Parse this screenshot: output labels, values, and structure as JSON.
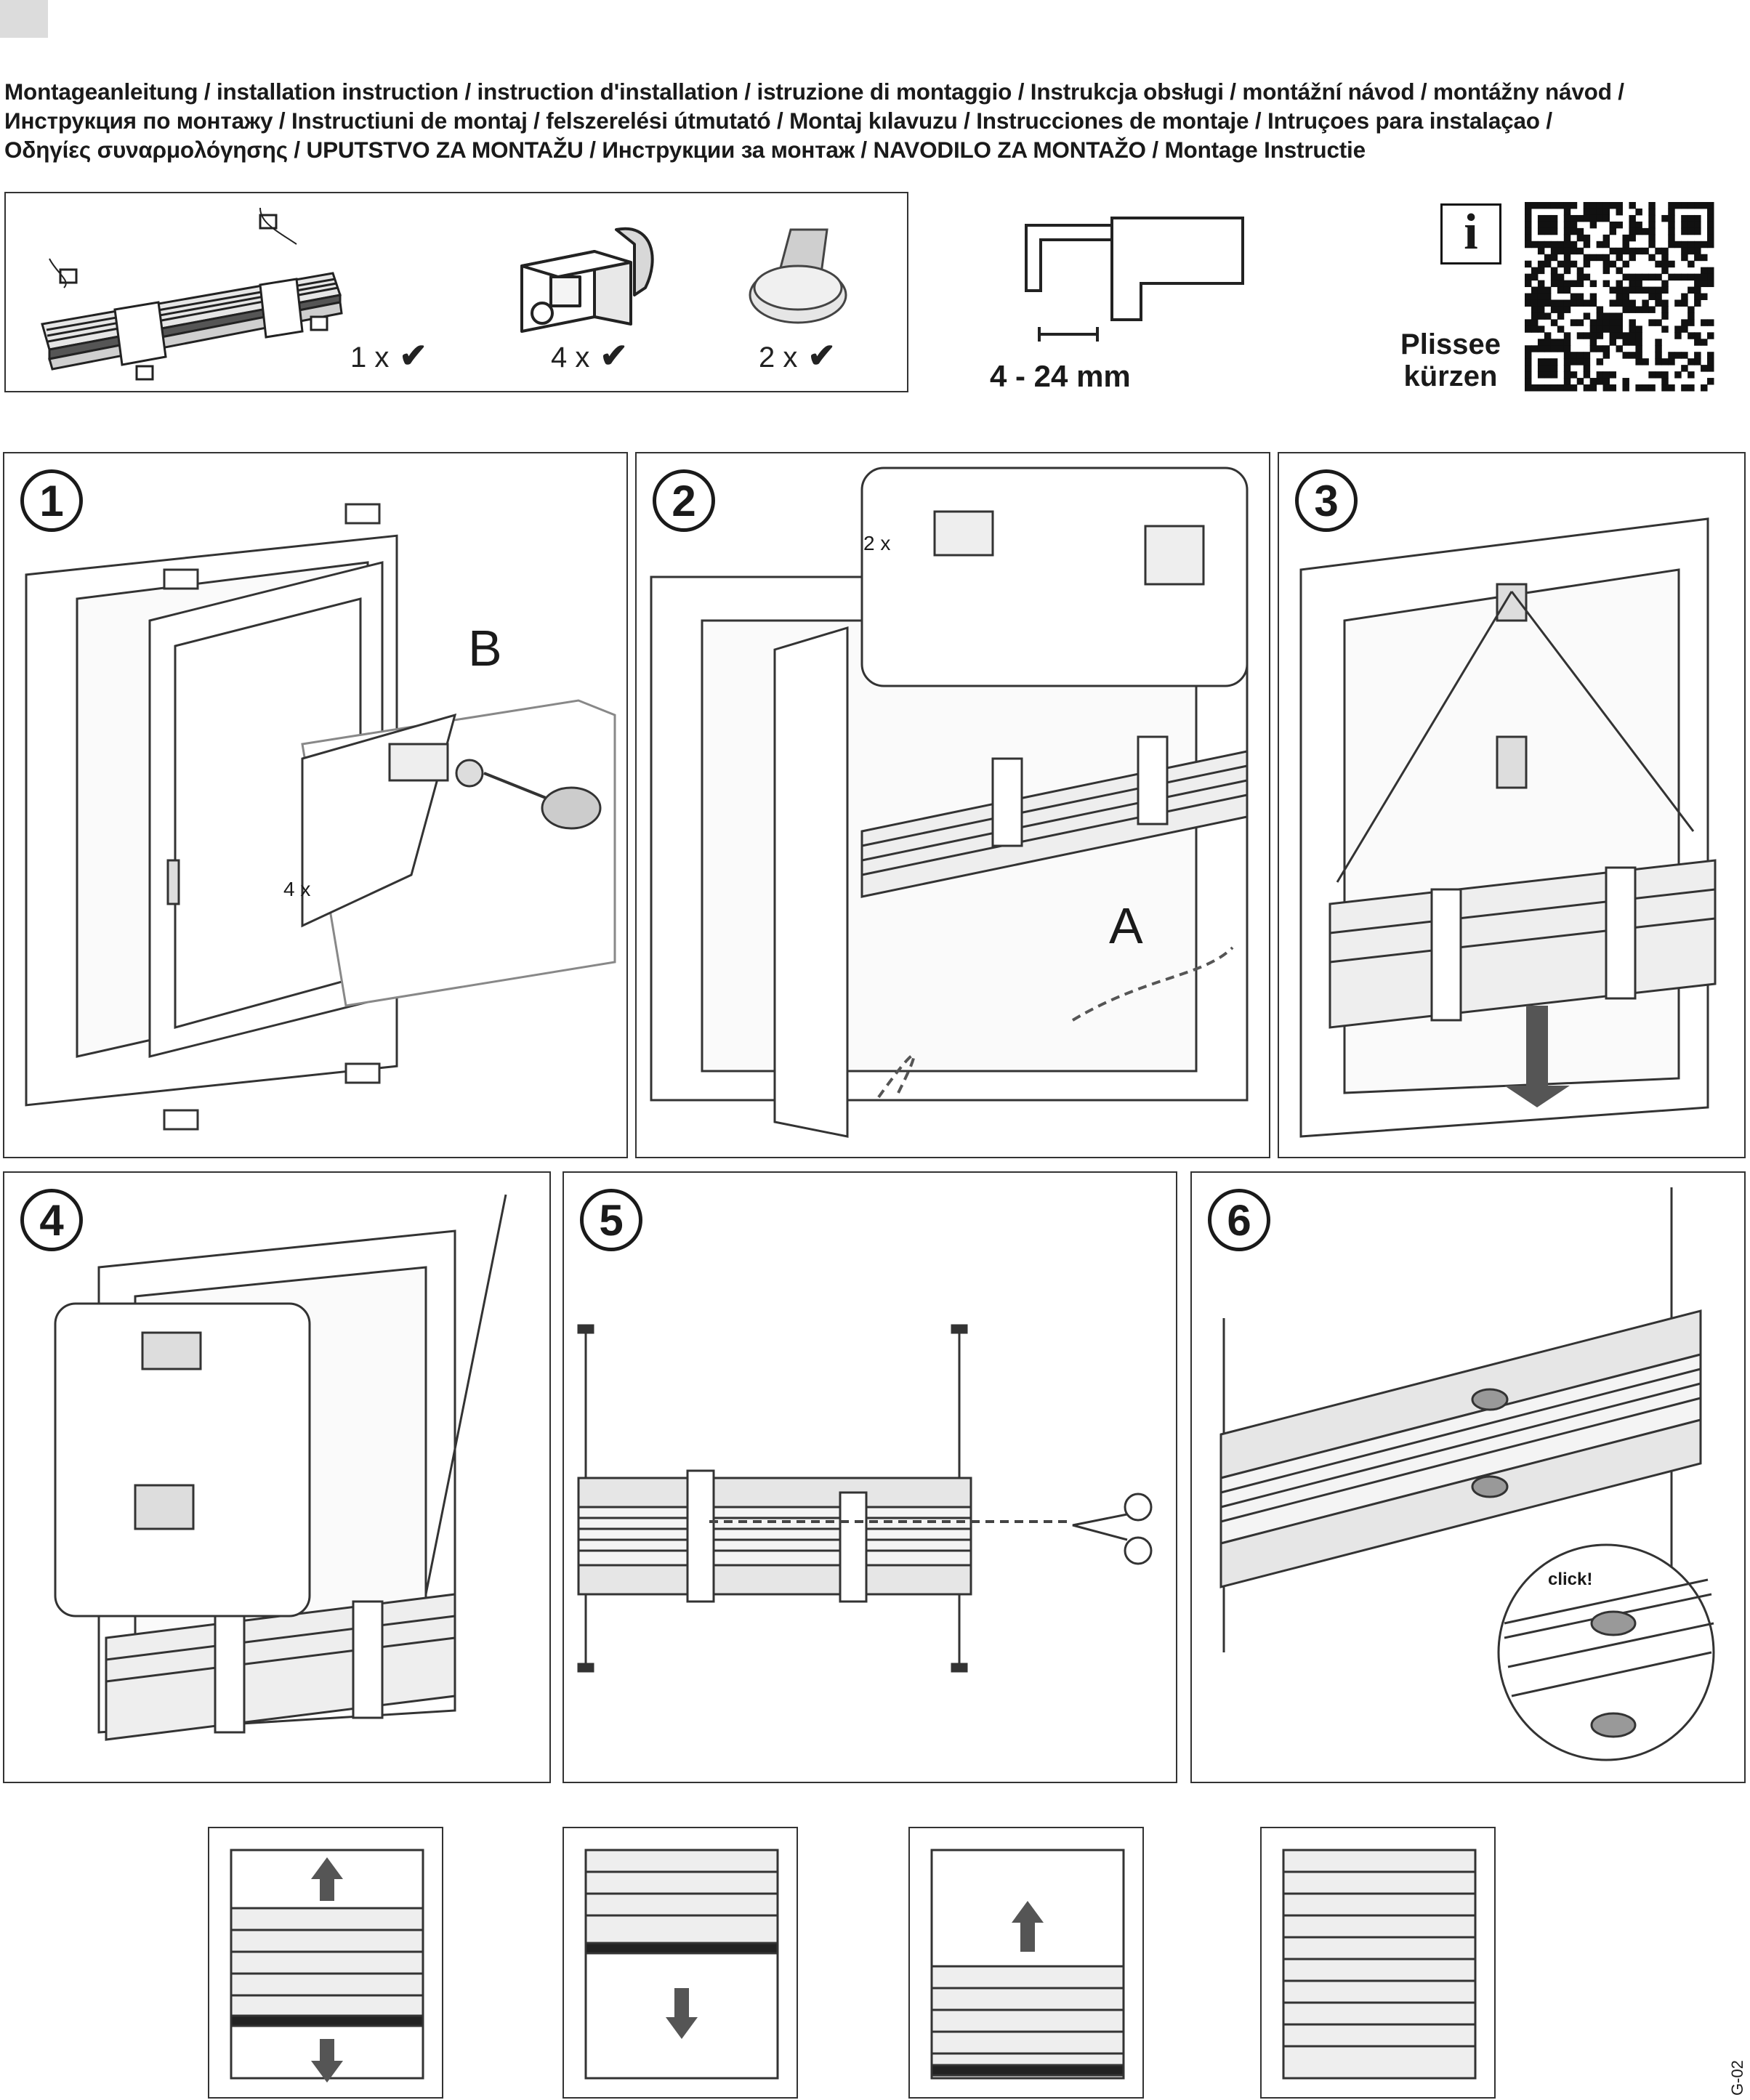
{
  "header": {
    "lines": [
      "Montageanleitung / installation instruction / instruction d'installation / istruzione di montaggio / Instrukcja obsługi / montážní návod / montážny návod /",
      "Инструкция по  монтажу / Instructiuni de montaj / felszerelési útmutató / Montaj kılavuzu / Instrucciones de montaje / Intruçoes para instalaçao /",
      "Οδηγίες συναρμολόγησης / UPUTSTVO  ZA MONTAŽU / Инструкции за монтаж / NAVODILO ZA MONTAŽO / Montage Instructie"
    ]
  },
  "parts": {
    "items": [
      {
        "icon": "pleated-blind-icon",
        "qty": "1 x",
        "check": "✔"
      },
      {
        "icon": "clamp-bracket-icon",
        "qty": "4 x",
        "check": "✔"
      },
      {
        "icon": "cord-holder-icon",
        "qty": "2 x",
        "check": "✔"
      }
    ]
  },
  "frame_depth": {
    "label": "4 - 24 mm"
  },
  "info": {
    "icon_glyph": "i",
    "qr_caption_1": "Plissee",
    "qr_caption_2": "kürzen"
  },
  "steps": {
    "s1": {
      "number": "1",
      "callout_letter": "B",
      "count_label": "4 x"
    },
    "s2": {
      "number": "2",
      "callout_letter": "A",
      "count_label": "2 x"
    },
    "s3": {
      "number": "3"
    },
    "s4": {
      "number": "4"
    },
    "s5": {
      "number": "5"
    },
    "s6": {
      "number": "6",
      "click_label": "click!"
    }
  },
  "doc_code": "G-02"
}
